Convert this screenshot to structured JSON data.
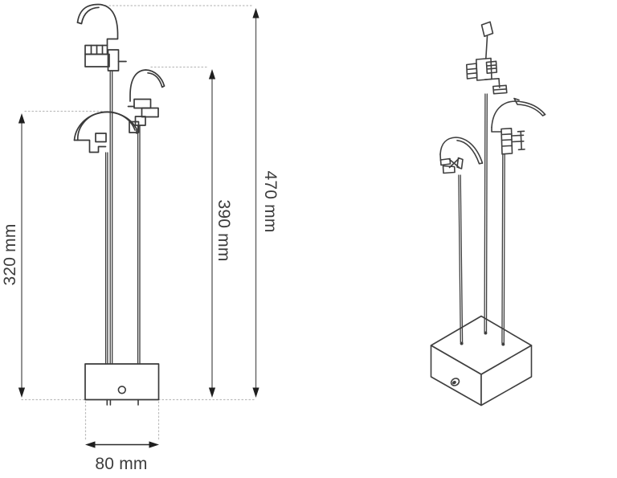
{
  "dimensions": {
    "tall_height": "470 mm",
    "mid_height": "390 mm",
    "short_height": "320 mm",
    "base_width": "80 mm"
  },
  "colors": {
    "drawing_line": "#3a3a3a",
    "dimension_line": "#646464",
    "arrowhead": "#1f1f1f",
    "dotted_guide": "#bdbdbd",
    "label_text": "#3d3d3d",
    "background": "#ffffff"
  }
}
